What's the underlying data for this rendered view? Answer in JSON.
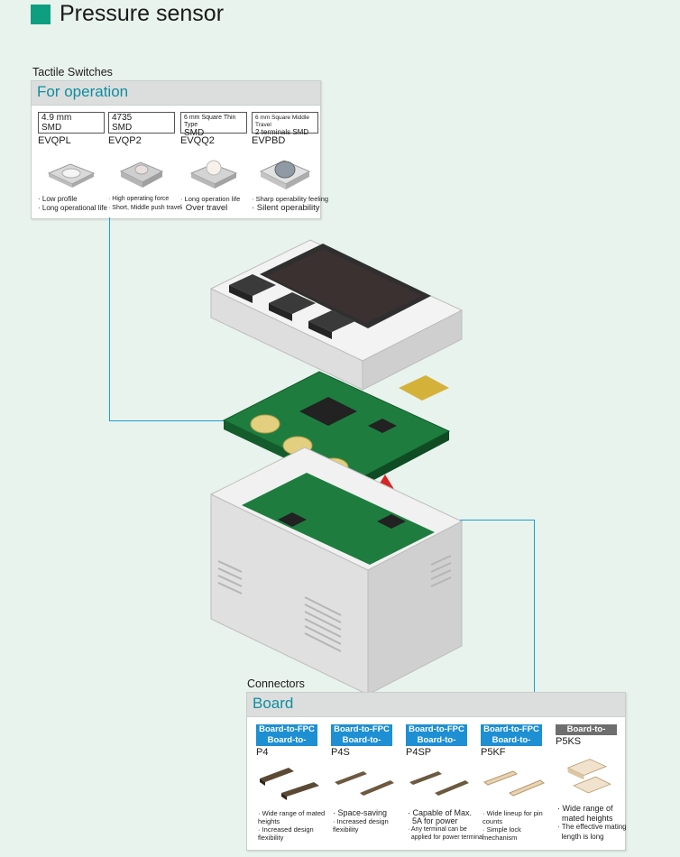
{
  "page": {
    "title": "Pressure sensor"
  },
  "colors": {
    "accent": "#0e9f80",
    "header_text": "#0e8ea0",
    "badge_blue": "#1e8fd2",
    "badge_gray": "#6e6e6e",
    "pcb_green": "#1e7d3e",
    "leader": "#1aa0d6"
  },
  "tactile": {
    "category": "Tactile Switches",
    "header": "For operation",
    "items": [
      {
        "size_line1": "4.9 mm",
        "size_line2": "SMD",
        "model": "EVQPL",
        "features": [
          "· Low profile",
          "· Long operational life"
        ]
      },
      {
        "size_line1": "4735",
        "size_line2": "SMD",
        "model": "EVQP2",
        "features": [
          "· High operating force",
          "· Short, Middle push travel"
        ]
      },
      {
        "size_line1": "6 mm Square Thin Type",
        "size_line2": "SMD",
        "model": "EVQQ2",
        "features": [
          "· Long operation life",
          "· Over travel"
        ]
      },
      {
        "size_line1": "6 mm Square Middle Travel",
        "size_line2": "2 terminals SMD",
        "model": "EVPBD",
        "features": [
          "· Sharp operability feeling",
          "· Silent operability"
        ]
      }
    ]
  },
  "connectors": {
    "category": "Connectors",
    "header": "Board",
    "items": [
      {
        "badge1": "Board-to-FPC",
        "badge2": "Board-to-Board",
        "model": "P4",
        "features": [
          "· Wide range of mated heights",
          "· Increased design flexibility"
        ]
      },
      {
        "badge1": "Board-to-FPC",
        "badge2": "Board-to-Board",
        "model": "P4S",
        "features": [
          "· Space-saving",
          "· Increased design flexibility"
        ]
      },
      {
        "badge1": "Board-to-FPC",
        "badge2": "Board-to-Board",
        "model": "P4SP",
        "features": [
          "· Capable of Max.",
          "  5A for power",
          "· Any terminal can be",
          "  applied for power terminal"
        ]
      },
      {
        "badge1": "Board-to-FPC",
        "badge2": "Board-to-Board",
        "model": "P5KF",
        "features": [
          "· Wide lineup for pin counts",
          "· Simple lock mechanism"
        ]
      },
      {
        "badge1": "Board-to-Board",
        "badge2": "",
        "model": "P5KS",
        "features": [
          "· Wide range of",
          "  mated heights",
          "· The effective mating",
          "  length is long"
        ]
      }
    ]
  }
}
